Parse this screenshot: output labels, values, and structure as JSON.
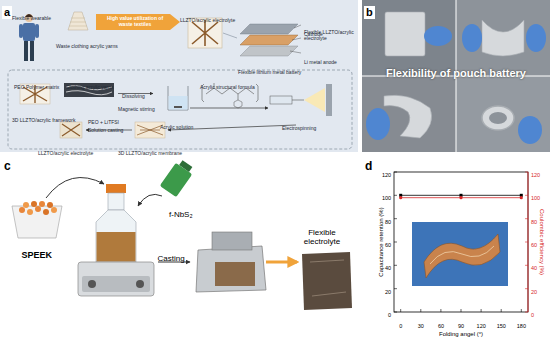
{
  "diagram": {
    "nodes": [
      {
        "text": [
          "a"
        ]
      },
      {
        "text": [
          "High value utilization of waste textiles"
        ],
        "in": 0
      },
      {
        "text": [
          "b",
          "Flexibility of pouch battery"
        ]
      }
    ],
    "labels": [
      "Flexible wearable",
      "Waste clothing acrylic yarns",
      "LLZTO/acrylic electrolyte",
      "Cathode",
      "Flexible LLZTO/acrylic electrolyte",
      "Li metal anode",
      "Flexible lithium metal battery",
      "PEO Polymer matrix",
      "3D LLZTO/acrylic framework",
      "Clothing acrylic yarns",
      "Dissolving",
      "Magnetic stirring",
      "Acrylic structural formula",
      "Acrylic solution",
      "Electrospinning",
      "PEO + LiTFSI",
      "Solution casting",
      "LLZTO/acrylic electrolyte",
      "3D LLZTO/acrylic membrane",
      "c",
      "SPEEK",
      "f-NbS₂",
      "Casting",
      "Flexible electrolyte",
      "d",
      "0",
      "20",
      "40",
      "60",
      "80",
      "100",
      "120",
      "0",
      "30",
      "60",
      "90",
      "120",
      "150",
      "180",
      "0",
      "20",
      "40",
      "60",
      "80",
      "100",
      "120",
      "Capacitance retention (%)",
      "Folding angel (°)",
      "Coulombic efficiency (%)"
    ]
  }
}
